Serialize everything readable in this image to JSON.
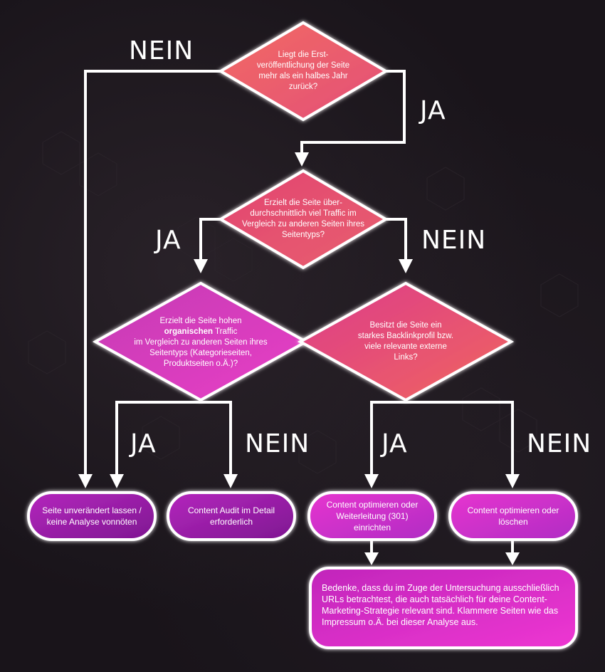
{
  "colors": {
    "diamond_1": [
      "#ee5f6e",
      "#e85c72"
    ],
    "diamond_2": [
      "#e8466f",
      "#e65a75"
    ],
    "diamond_3": [
      "#d43fb5",
      "#e23fc3"
    ],
    "diamond_4": [
      "#e1437e",
      "#ed5a66"
    ],
    "box_purple": [
      "#b021b8",
      "#8a1a9a"
    ],
    "box_pink": [
      "#e12fc6",
      "#b72bc4"
    ],
    "line": "#ffffff"
  },
  "decisions": {
    "q1": [
      "Liegt die Erst-",
      "veröffentlichung der Seite",
      "mehr als ein halbes Jahr",
      "zurück?"
    ],
    "q2": [
      "Erzielt die Seite über-",
      "durchschnittlich viel Traffic im",
      "Vergleich zu anderen Seiten ihres",
      "Seitentyps?"
    ],
    "q3": {
      "line1": "Erzielt die Seite hohen",
      "line2_bold": "organischen",
      "line2_rest": " Traffic",
      "line3": "im Vergleich zu anderen Seiten ihres",
      "line4": "Seitentyps (Kategorieseiten,",
      "line5": "Produktseiten o.Ä.)?"
    },
    "q4": [
      "Besitzt die Seite ein",
      "starkes Backlinkprofil bzw.",
      "viele relevante externe",
      "Links?"
    ]
  },
  "edge_labels": {
    "q1_no": "NEIN",
    "q1_yes": "JA",
    "q2_yes": "JA",
    "q2_no": "NEIN",
    "q3_yes": "JA",
    "q3_no": "NEIN",
    "q4_yes": "JA",
    "q4_no": "NEIN"
  },
  "outcomes": {
    "keep": [
      "Seite unverändert lassen /",
      "keine Analyse vonnöten"
    ],
    "audit": [
      "Content Audit im Detail",
      "erforderlich"
    ],
    "optimize_redirect": [
      "Content optimieren oder",
      "Weiterleitung (301)",
      "einrichten"
    ],
    "optimize_delete": [
      "Content optimieren oder",
      "löschen"
    ]
  },
  "note": "Bedenke, dass du im Zuge der Untersuchung ausschließlich URLs betrachtest, die auch tatsächlich für deine Content-Marketing-Strategie relevant sind. Klammere Seiten wie das Impressum o.Ä. bei dieser Analyse aus."
}
